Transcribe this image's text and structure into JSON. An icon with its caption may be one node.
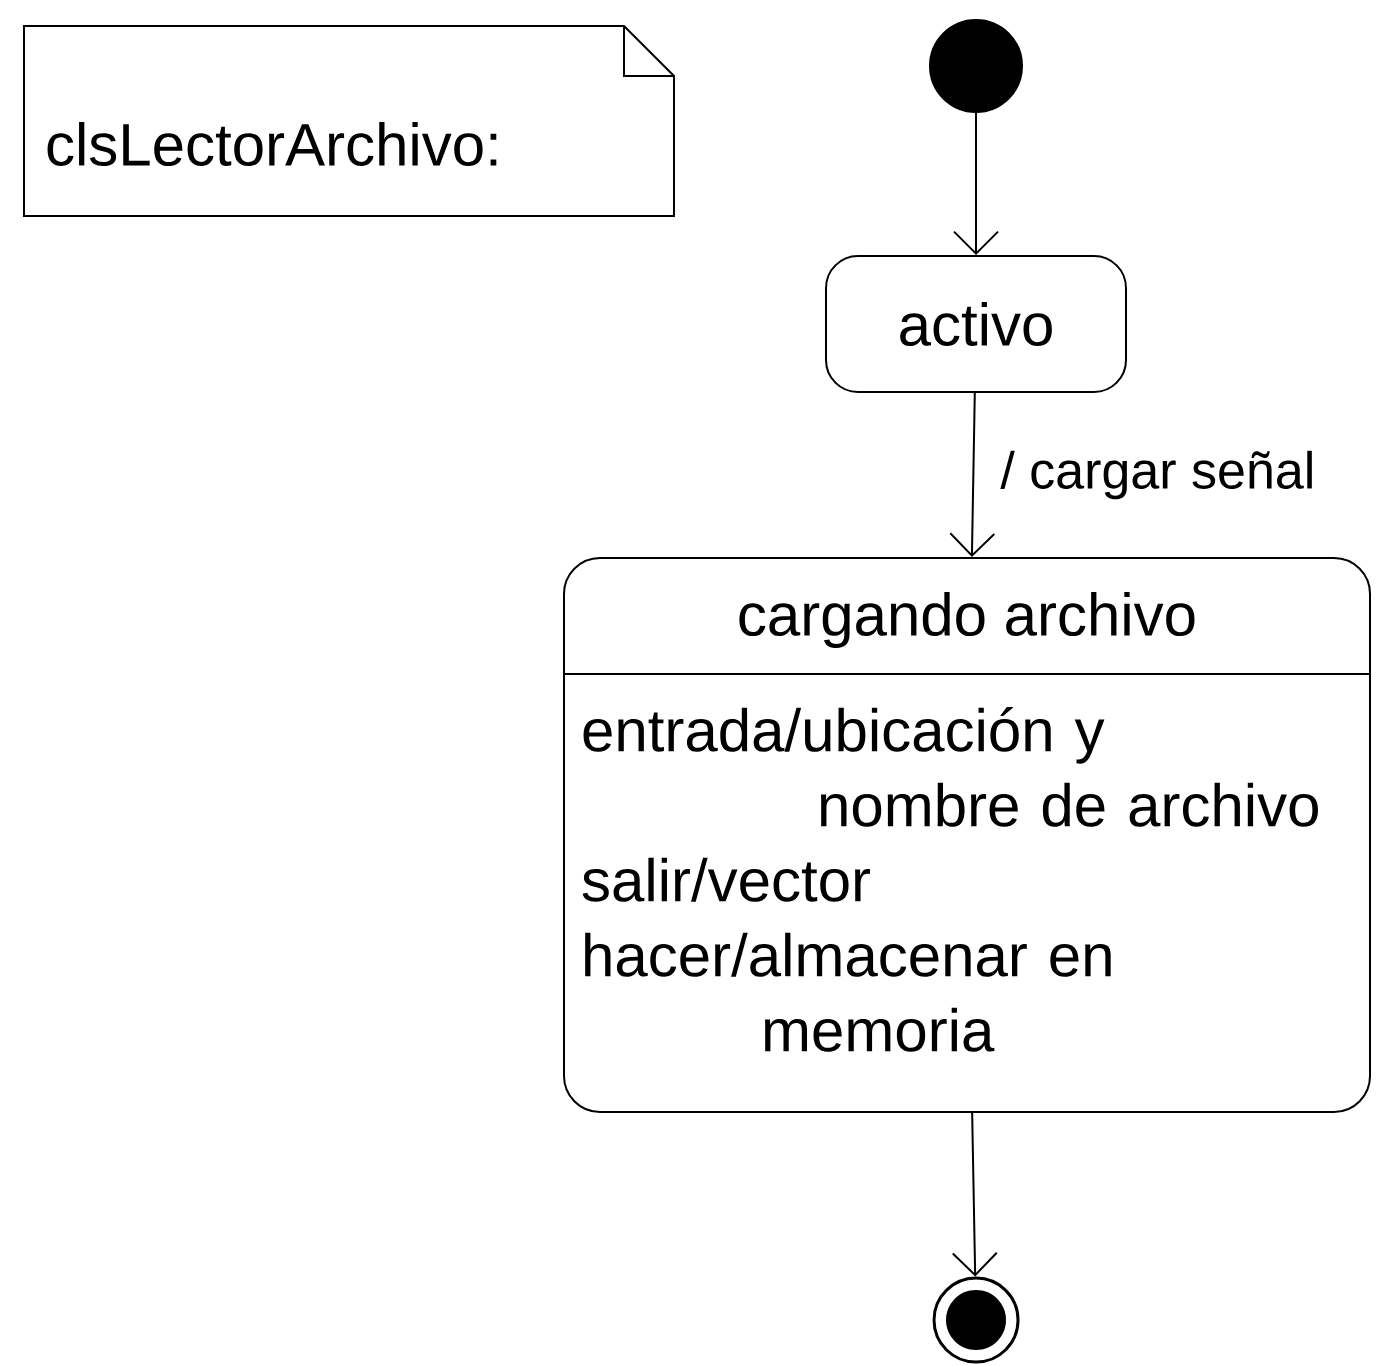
{
  "diagram": {
    "nodes": [
      {
        "text": [
          "clsLectorArchivo:"
        ]
      },
      {
        "text": [],
        "shape": "circle"
      },
      {
        "text": [
          "activo"
        ]
      },
      {
        "text": [
          "cargando archivo",
          "entrada/ubicación y nombre de archivo",
          "salir/vector",
          "hacer/almacenar en memoria"
        ]
      },
      {
        "text": [],
        "shape": "circle"
      }
    ],
    "edges": [
      {
        "from": 1,
        "to": 2,
        "arrow": "to"
      },
      {
        "from": 2,
        "to": 3,
        "arrow": "to",
        "label": "/ cargar señal"
      },
      {
        "from": 3,
        "to": 4,
        "arrow": "to"
      }
    ]
  }
}
